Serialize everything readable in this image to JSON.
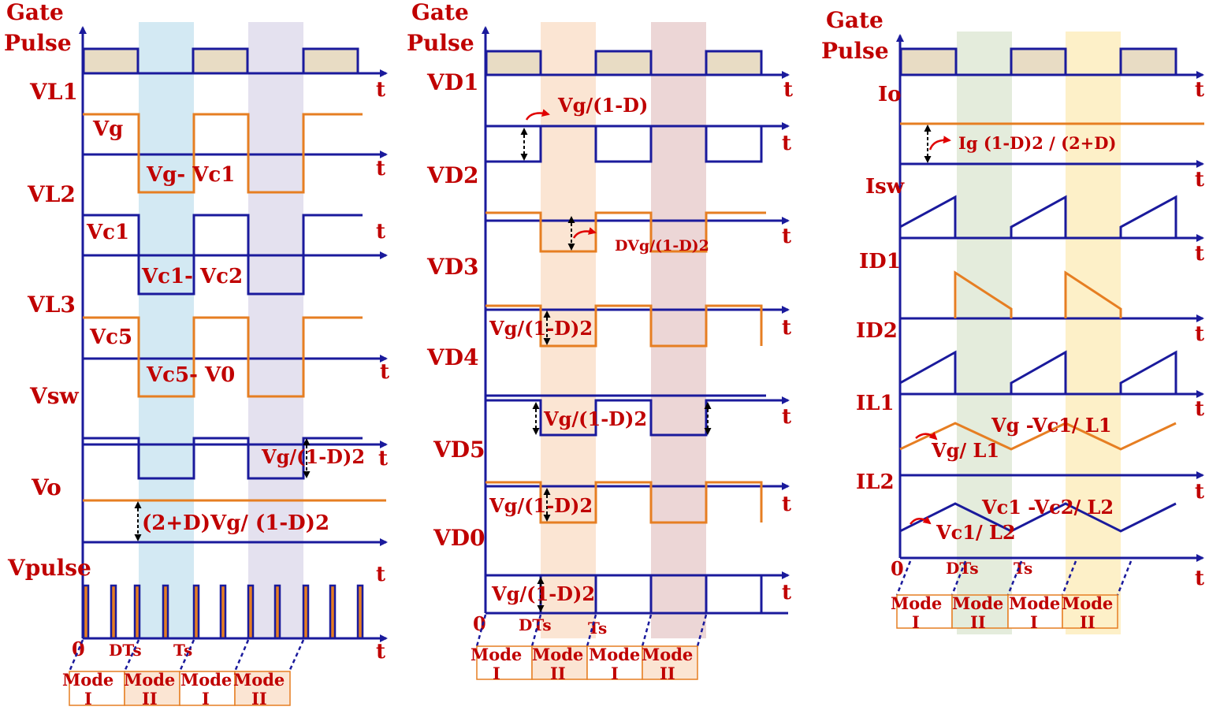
{
  "colors": {
    "axis": "#1a1a9c",
    "orange_wave": "#e67e22",
    "label": "#c00000",
    "gate_fill": "#e8dcc4",
    "band_blue": "#d3e9f3",
    "band_lavender": "#e4e1ef",
    "band_peach": "#fbe5d3",
    "band_rose": "#ecd6d6",
    "band_green": "#e4ecdc",
    "band_yellow": "#fdf0c8",
    "mode_box": "#fbe5d3"
  },
  "panel1": {
    "gate_title": [
      "Gate",
      "Pulse"
    ],
    "axis_label": "t",
    "signals": [
      {
        "name": "VL1",
        "value_high": "Vg",
        "value_low": "Vg- Vc1"
      },
      {
        "name": "VL2",
        "value_high": "Vc1",
        "value_low": "Vc1- Vc2"
      },
      {
        "name": "VL3",
        "value_high": "Vc5",
        "value_low": "Vc5- V0"
      },
      {
        "name": "Vsw",
        "annotation": "Vg/(1-D)2"
      },
      {
        "name": "Vo",
        "annotation": "(2+D)Vg/ (1-D)2"
      },
      {
        "name": "Vpulse"
      }
    ],
    "time_ticks": [
      "0",
      "DTs",
      "Ts"
    ],
    "modes": [
      [
        "Mode",
        "I"
      ],
      [
        "Mode",
        "II"
      ],
      [
        "Mode",
        "I"
      ],
      [
        "Mode",
        "II"
      ]
    ]
  },
  "panel2": {
    "gate_title": [
      "Gate",
      "Pulse"
    ],
    "axis_label": "t",
    "signals": [
      {
        "name": "VD1",
        "annotation": "Vg/(1-D)"
      },
      {
        "name": "VD2",
        "annotation": "DVg/(1-D)2"
      },
      {
        "name": "VD3",
        "annotation": "Vg/(1-D)2"
      },
      {
        "name": "VD4",
        "annotation": "Vg/(1-D)2"
      },
      {
        "name": "VD5",
        "annotation": "Vg/(1-D)2"
      },
      {
        "name": "VD0",
        "annotation": "Vg/(1-D)2"
      }
    ],
    "time_ticks": [
      "0",
      "DTs",
      "Ts"
    ],
    "modes": [
      [
        "Mode",
        "I"
      ],
      [
        "Mode",
        "II"
      ],
      [
        "Mode",
        "I"
      ],
      [
        "Mode",
        "II"
      ]
    ]
  },
  "panel3": {
    "gate_title": [
      "Gate",
      "Pulse"
    ],
    "axis_label": "t",
    "signals": [
      {
        "name": "Io",
        "annotation": "Ig (1-D)2 / (2+D)"
      },
      {
        "name": "Isw"
      },
      {
        "name": "ID1"
      },
      {
        "name": "ID2"
      },
      {
        "name": "IL1",
        "annotation_slope": "Vg -Vc1/ L1",
        "annotation_rise": "Vg/ L1"
      },
      {
        "name": "IL2",
        "annotation_slope": "Vc1 -Vc2/ L2",
        "annotation_rise": "Vc1/ L2"
      }
    ],
    "time_ticks": [
      "0",
      "DTs",
      "Ts"
    ],
    "modes": [
      [
        "Mode",
        "I"
      ],
      [
        "Mode",
        "II"
      ],
      [
        "Mode",
        "I"
      ],
      [
        "Mode",
        "II"
      ]
    ]
  }
}
